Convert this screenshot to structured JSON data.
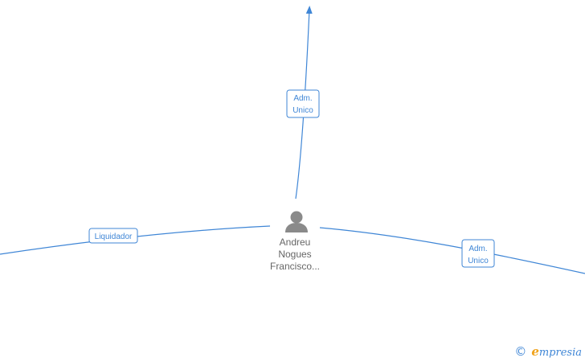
{
  "colors": {
    "edge": "#3f86d6",
    "node_icon": "#8a8a8a",
    "node_text": "#666666",
    "brand_accent": "#f0a21a"
  },
  "center_node": {
    "icon": "person-icon",
    "name_lines": [
      "Andreu",
      "Nogues",
      "Francisco..."
    ]
  },
  "edges": [
    {
      "id": "up",
      "label_lines": [
        "Adm.",
        "Unico"
      ]
    },
    {
      "id": "left",
      "label_lines": [
        "Liquidador"
      ]
    },
    {
      "id": "right",
      "label_lines": [
        "Adm.",
        "Unico"
      ]
    }
  ],
  "brand": {
    "copyright_symbol": "©",
    "name_first": "e",
    "name_rest": "mpresia"
  }
}
